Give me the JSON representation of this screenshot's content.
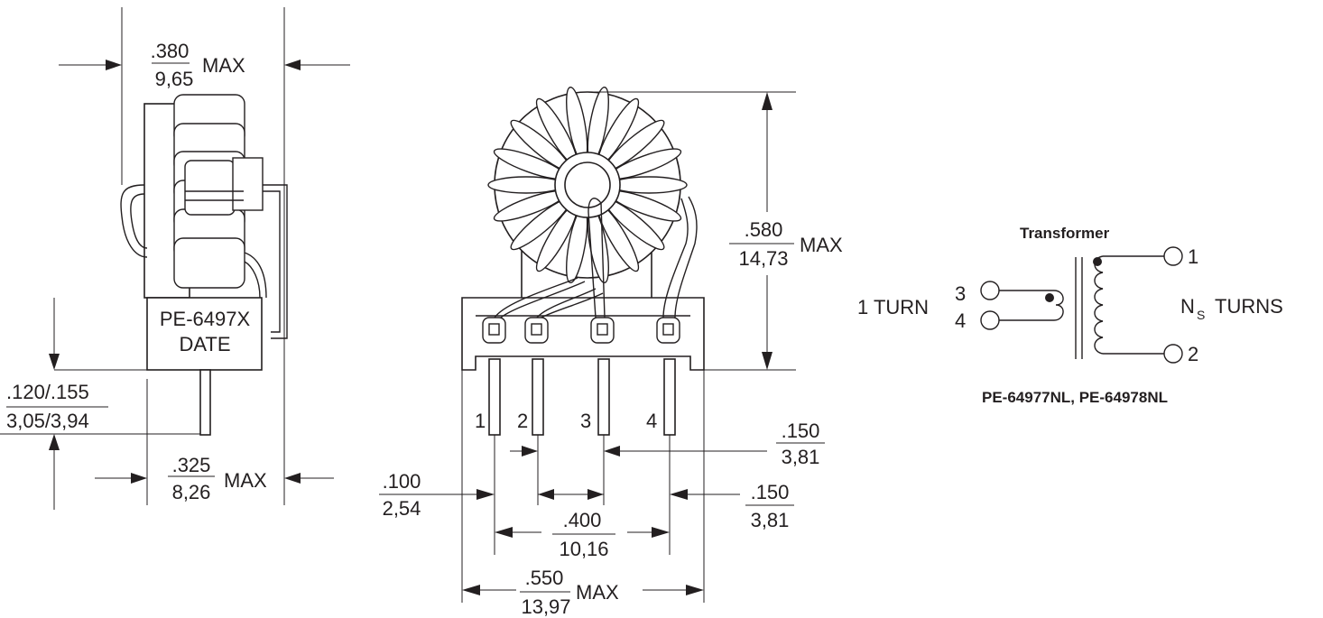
{
  "side_view": {
    "width_top": {
      "inch": ".380",
      "mm": "9,65",
      "suffix": "MAX"
    },
    "width_bottom": {
      "inch": ".325",
      "mm": "8,26",
      "suffix": "MAX"
    },
    "standoff": {
      "inch": ".120/.155",
      "mm": "3,05/3,94"
    },
    "marking_line1": "PE-6497X",
    "marking_line2": "DATE"
  },
  "front_view": {
    "height": {
      "inch": ".580",
      "mm": "14,73",
      "suffix": "MAX"
    },
    "pin_labels": [
      "1",
      "2",
      "3",
      "4"
    ],
    "pin_spacing_left": {
      "inch": ".100",
      "mm": "2,54"
    },
    "pin_spacing_right_top": {
      "inch": ".150",
      "mm": "3,81"
    },
    "pin_spacing_right_bottom": {
      "inch": ".150",
      "mm": "3,81"
    },
    "pin_span": {
      "inch": ".400",
      "mm": "10,16"
    },
    "overall_width": {
      "inch": ".550",
      "mm": "13,97",
      "suffix": "MAX"
    }
  },
  "schematic": {
    "title": "Transformer",
    "primary_label": "1 TURN",
    "secondary_label_n": "N",
    "secondary_label_sub": "S",
    "secondary_label_rest": "TURNS",
    "pin1": "1",
    "pin2": "2",
    "pin3": "3",
    "pin4": "4",
    "part_numbers": "PE-64977NL, PE-64978NL"
  }
}
